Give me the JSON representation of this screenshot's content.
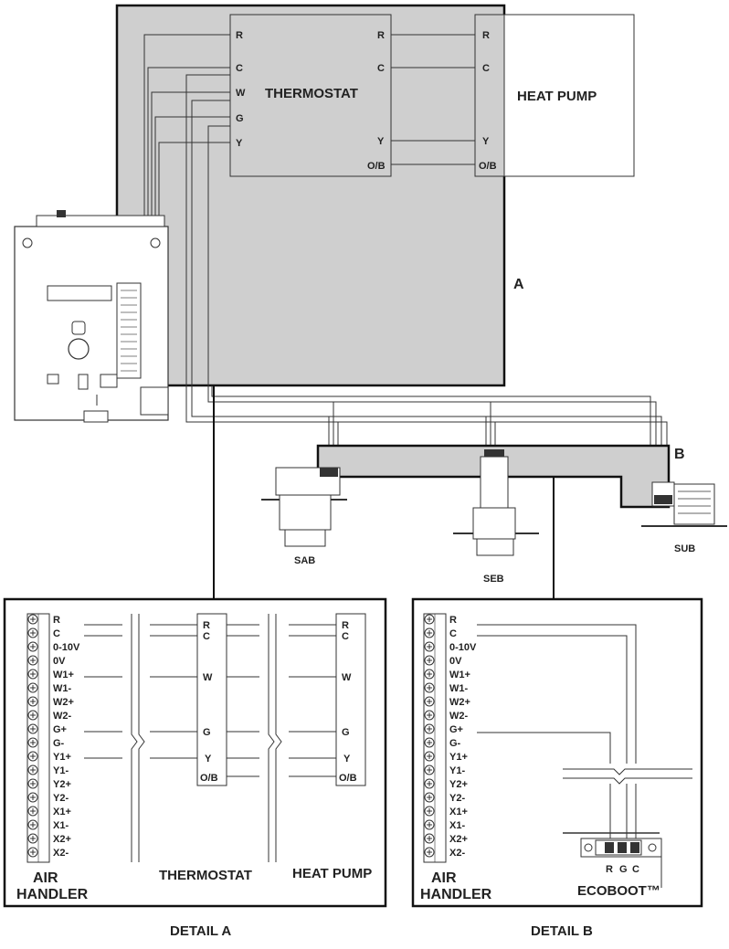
{
  "main": {
    "thermostat": {
      "title": "THERMOSTAT",
      "left_terminals": [
        "R",
        "C",
        "W",
        "G",
        "Y"
      ],
      "right_terminals": [
        "R",
        "C",
        "Y",
        "O/B"
      ]
    },
    "heat_pump": {
      "title": "HEAT PUMP",
      "terminals": [
        "R",
        "C",
        "Y",
        "O/B"
      ]
    },
    "region_a": "A",
    "region_b": "B",
    "sab": "SAB",
    "seb": "SEB",
    "sub": "SUB"
  },
  "detail_a": {
    "title": "DETAIL A",
    "air_handler_line1": "AIR",
    "air_handler_line2": "HANDLER",
    "terminals": [
      "R",
      "C",
      "0-10V",
      "0V",
      "W1+",
      "W1-",
      "W2+",
      "W2-",
      "G+",
      "G-",
      "Y1+",
      "Y1-",
      "Y2+",
      "Y2-",
      "X1+",
      "X1-",
      "X2+",
      "X2-"
    ],
    "thermostat_label": "THERMOSTAT",
    "thermostat_terminals": [
      "R",
      "C",
      "W",
      "G",
      "Y",
      "O/B"
    ],
    "heat_pump_label": "HEAT PUMP",
    "heat_pump_terminals": [
      "R",
      "C",
      "W",
      "G",
      "Y",
      "O/B"
    ]
  },
  "detail_b": {
    "title": "DETAIL B",
    "air_handler_line1": "AIR",
    "air_handler_line2": "HANDLER",
    "terminals": [
      "R",
      "C",
      "0-10V",
      "0V",
      "W1+",
      "W1-",
      "W2+",
      "W2-",
      "G+",
      "G-",
      "Y1+",
      "Y1-",
      "Y2+",
      "Y2-",
      "X1+",
      "X1-",
      "X2+",
      "X2-"
    ],
    "ecoboot_label": "ECOBOOT™",
    "ecoboot_terminals": [
      "R",
      "G",
      "C"
    ]
  }
}
